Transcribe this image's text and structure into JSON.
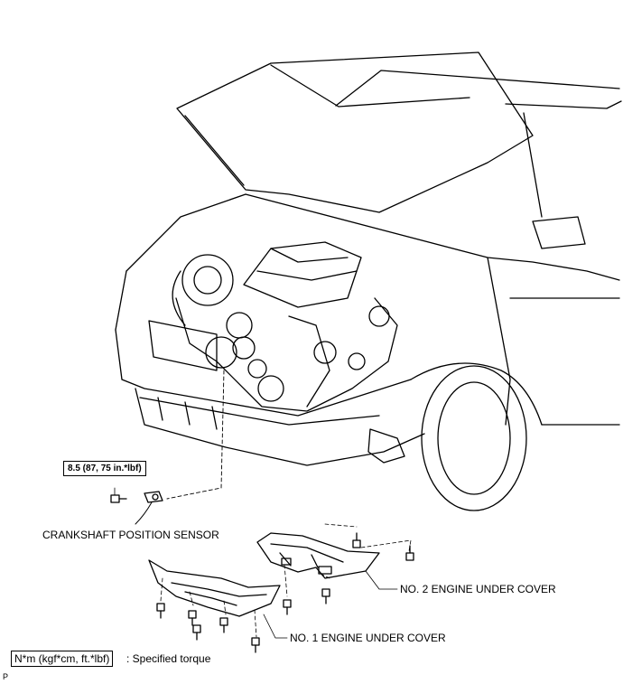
{
  "torque_spec": "8.5 (87, 75 in.*lbf)",
  "labels": {
    "crankshaft_sensor": "CRANKSHAFT POSITION SENSOR",
    "under_cover_2": "NO. 2 ENGINE UNDER COVER",
    "under_cover_1": "NO. 1 ENGINE UNDER COVER"
  },
  "legend": {
    "box": "N*m (kgf*cm, ft.*lbf)",
    "text": ": Specified torque"
  },
  "figure_code": "P"
}
